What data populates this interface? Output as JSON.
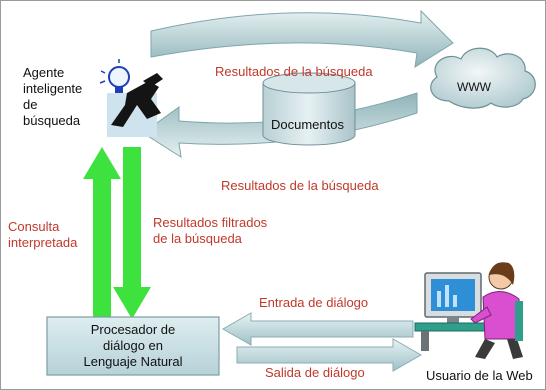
{
  "agent": {
    "label_lines": [
      "Agente",
      "inteligente",
      "de",
      "búsqueda"
    ]
  },
  "www": {
    "label": "WWW"
  },
  "documents": {
    "label": "Documentos"
  },
  "cycle": {
    "top_label": "Resultados de la búsqueda",
    "bottom_label": "Resultados de la búsqueda"
  },
  "vertical": {
    "left_label_lines": [
      "Consulta",
      "interpretada"
    ],
    "right_label_lines": [
      "Resultados filtrados",
      "de la búsqueda"
    ]
  },
  "processor": {
    "label_lines": [
      "Procesador de",
      "diálogo en",
      "Lenguaje Natural"
    ]
  },
  "dialog": {
    "input_label": "Entrada de diálogo",
    "output_label": "Salida de diálogo"
  },
  "user": {
    "label": "Usuario de la Web"
  },
  "colors": {
    "label_red": "#c0392b",
    "arrow_teal_dark": "#8fb3b8",
    "arrow_teal_light": "#d8e8ea",
    "arrow_green": "#3ee23e",
    "box_fill": "#c9dfe4",
    "monitor_screen": "#2f8fd6",
    "user_shirt": "#d94fd0"
  },
  "icons": {
    "agent": "detective-with-lightbulb-icon",
    "www": "cloud-icon",
    "documents": "database-cylinder-icon",
    "user": "person-at-computer-icon"
  }
}
